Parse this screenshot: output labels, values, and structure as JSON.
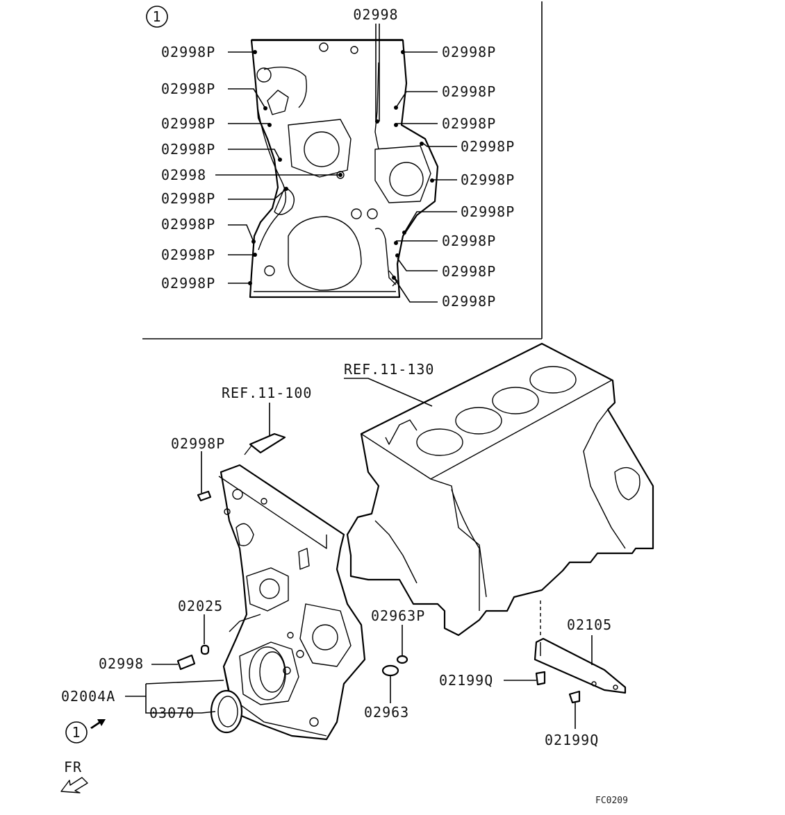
{
  "callout_number": "1",
  "inset_callouts": {
    "top": "02998",
    "left": [
      "02998P",
      "02998P",
      "02998P",
      "02998P",
      "02998",
      "02998P",
      "02998P",
      "02998P",
      "02998P"
    ],
    "right": [
      "02998P",
      "02998P",
      "02998P",
      "02998P",
      "02998P",
      "02998P",
      "02998P",
      "02998P",
      "02998P"
    ]
  },
  "main_callouts": {
    "ref_block": "REF.11-130",
    "ref_gasket": "REF.11-100",
    "bolt_top": "02998P",
    "pin": "02025",
    "bolt_low": "02998",
    "assembly": "02004A",
    "seal": "03070",
    "oring_upper": "02963P",
    "oring_lower": "02963",
    "plate": "02105",
    "bolt_q1": "02199Q",
    "bolt_q2": "02199Q"
  },
  "direction_label": "FR",
  "figure_code": "FC0209"
}
